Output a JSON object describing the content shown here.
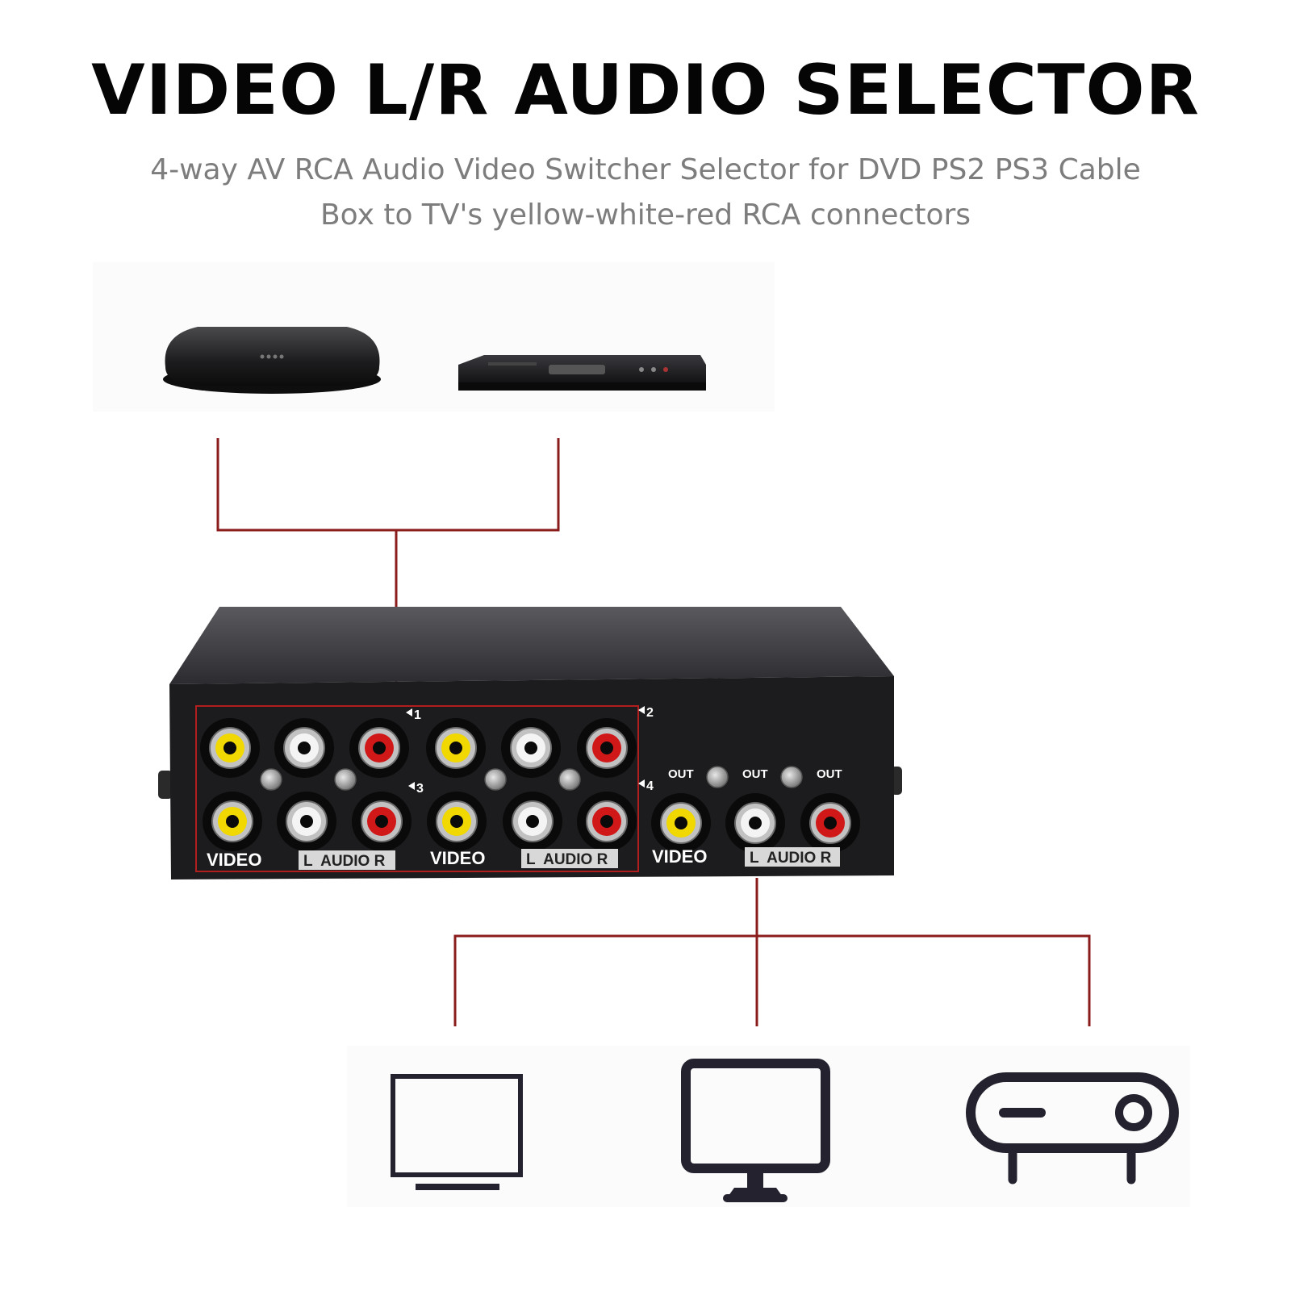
{
  "title": "VIDEO L/R AUDIO SELECTOR",
  "subtitle_line1": "4-way AV RCA Audio Video Switcher Selector for DVD PS2 PS3 Cable",
  "subtitle_line2": "Box to TV's yellow-white-red RCA connectors",
  "panel": {
    "port_1": "1",
    "port_2": "2",
    "port_3": "3",
    "port_4": "4",
    "out": "OUT",
    "video": "VIDEO",
    "audio": "L  AUDIO R"
  },
  "colors": {
    "connector_line": "#8b1c1c",
    "video_jack": "#f0d800",
    "left_audio_jack": "#f4f4f4",
    "right_audio_jack": "#d01818",
    "device_body": "#1a1a1c",
    "icon_stroke": "#23222e"
  },
  "icons": [
    "tv-box-icon",
    "dvd-player-icon",
    "tv-icon",
    "monitor-icon",
    "projector-icon"
  ]
}
